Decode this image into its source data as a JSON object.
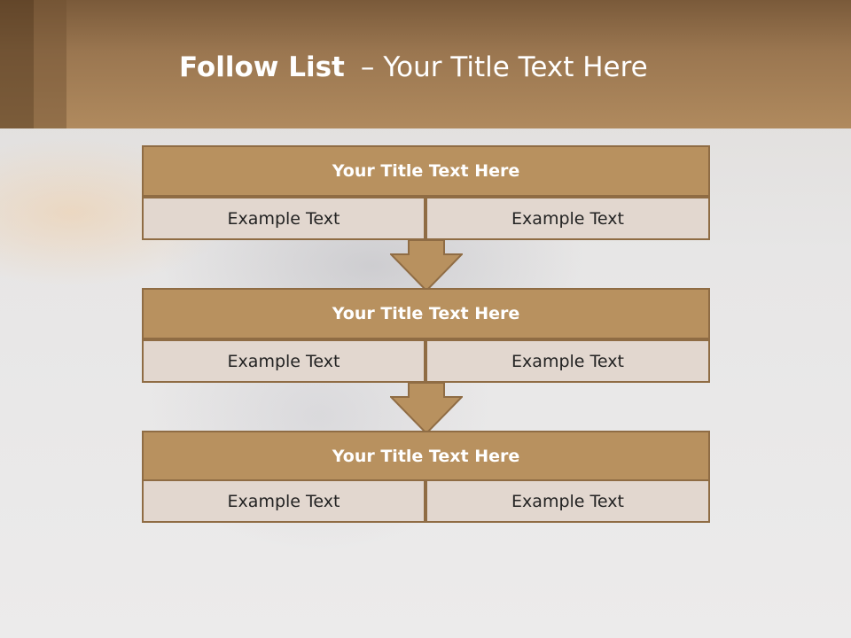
{
  "header": {
    "title_bold": "Follow List",
    "title_dash": "–",
    "title_rest": "Your Title Text Here"
  },
  "blocks": [
    {
      "title": "Your Title Text Here",
      "left": "Example Text",
      "right": "Example Text"
    },
    {
      "title": "Your Title Text Here",
      "left": "Example Text",
      "right": "Example Text"
    },
    {
      "title": "Your Title Text Here",
      "left": "Example Text",
      "right": "Example Text"
    }
  ],
  "colors": {
    "header_brown": "#9a7650",
    "block_title_fill": "#b8915f",
    "cell_fill": "#e2d7cf",
    "border": "#8f6c44"
  }
}
